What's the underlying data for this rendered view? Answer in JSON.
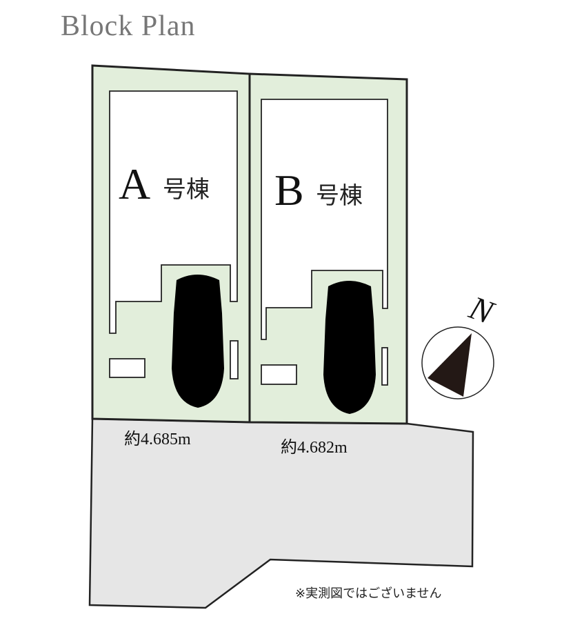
{
  "title": "Block Plan",
  "lots": [
    {
      "letter": "A",
      "suffix": "号棟",
      "frontage": "約4.685m"
    },
    {
      "letter": "B",
      "suffix": "号棟",
      "frontage": "約4.682m"
    }
  ],
  "compass": {
    "label": "N"
  },
  "note": "※実測図ではございません",
  "colors": {
    "lot": "#e2eedb",
    "road": "#e6e6e6",
    "outline": "#222222"
  }
}
